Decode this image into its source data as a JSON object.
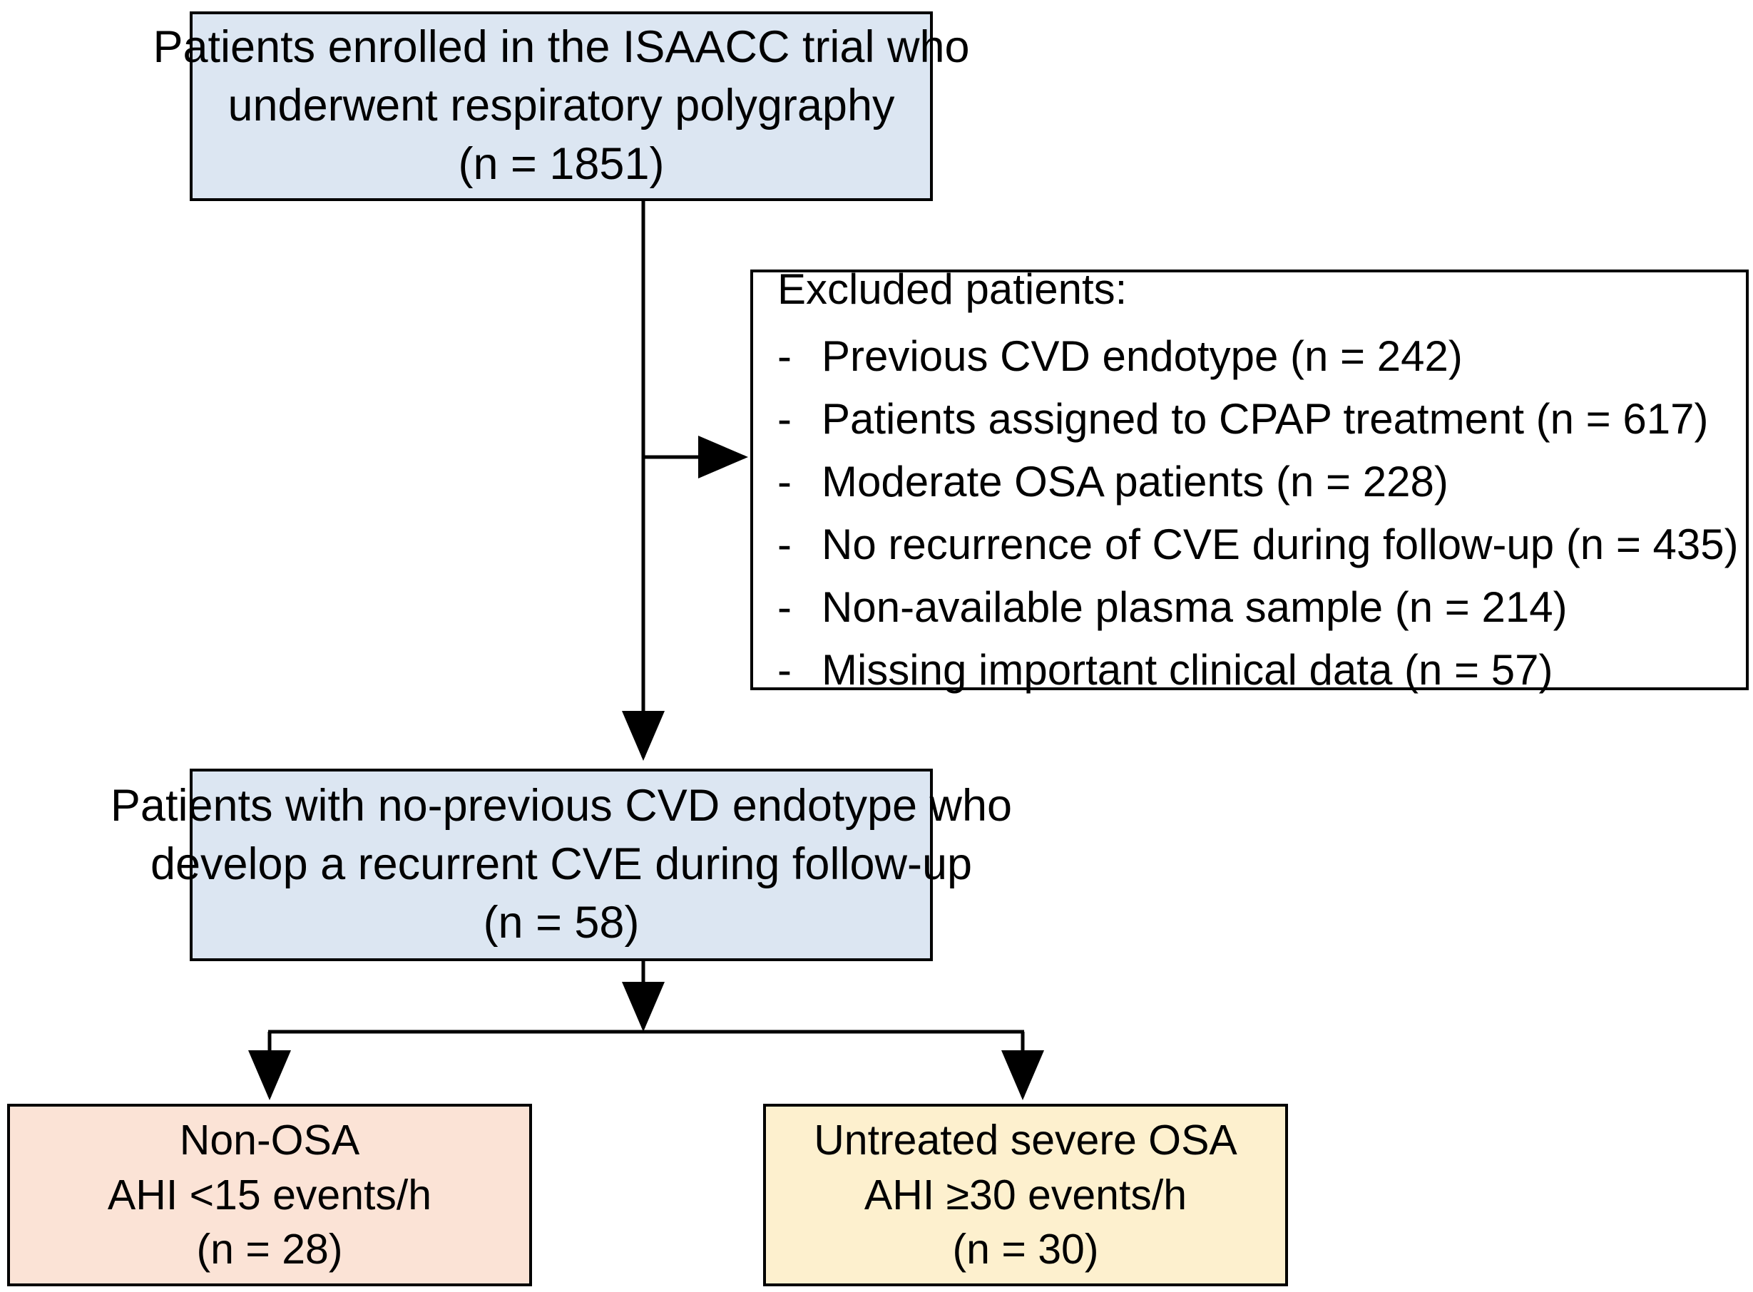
{
  "diagram": {
    "title": "ISAACC trial patient selection flowchart",
    "type": "flowchart",
    "colors": {
      "box_blue": "#DCE6F2",
      "box_peach": "#FBE3D6",
      "box_yellow": "#FDF0CE",
      "box_white": "#FFFFFF",
      "stroke": "#000000"
    }
  },
  "nodes": {
    "enrolled": {
      "lines": [
        "Patients enrolled in the ISAACC trial who",
        "underwent respiratory polygraphy",
        "(n = 1851)"
      ],
      "n": 1851
    },
    "excluded": {
      "title": "Excluded patients:",
      "bullet": "-",
      "items": [
        "Previous CVD endotype (n = 242)",
        "Patients assigned to CPAP treatment (n = 617)",
        "Moderate OSA patients (n = 228)",
        "No recurrence of CVE during follow-up (n = 435)",
        "Non-available plasma sample (n = 214)",
        "Missing important clinical data (n = 57)"
      ],
      "counts": [
        242,
        617,
        228,
        435,
        214,
        57
      ]
    },
    "eligible": {
      "lines": [
        "Patients with no-previous CVD endotype who",
        "develop a recurrent CVE during follow-up",
        "(n = 58)"
      ],
      "n": 58
    },
    "non_osa": {
      "lines": [
        "Non-OSA",
        "AHI <15 events/h",
        "(n = 28)"
      ],
      "n": 28
    },
    "severe_osa": {
      "lines": [
        "Untreated severe OSA",
        "AHI ≥30 events/h",
        "(n = 30)"
      ],
      "n": 30
    }
  }
}
